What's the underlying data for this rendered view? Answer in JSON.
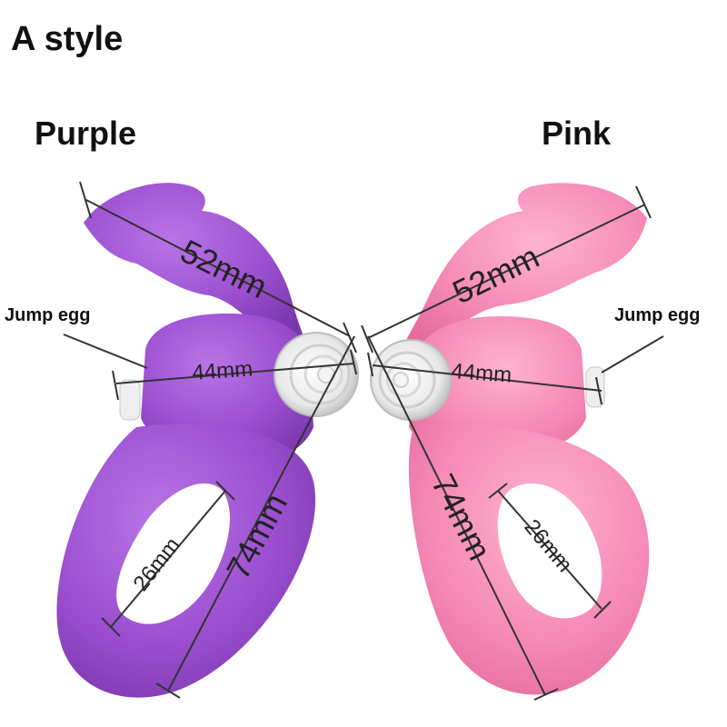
{
  "headline": "A style",
  "variants": [
    {
      "name": "Purple",
      "color": "#9b4fd0",
      "part_label": "Jump egg",
      "dimensions": {
        "width": "52mm",
        "body": "44mm",
        "height": "74mm",
        "ring": "26mm"
      }
    },
    {
      "name": "Pink",
      "color": "#f58ab5",
      "part_label": "Jump egg",
      "dimensions": {
        "width": "52mm",
        "body": "44mm",
        "height": "74mm",
        "ring": "26mm"
      }
    }
  ]
}
